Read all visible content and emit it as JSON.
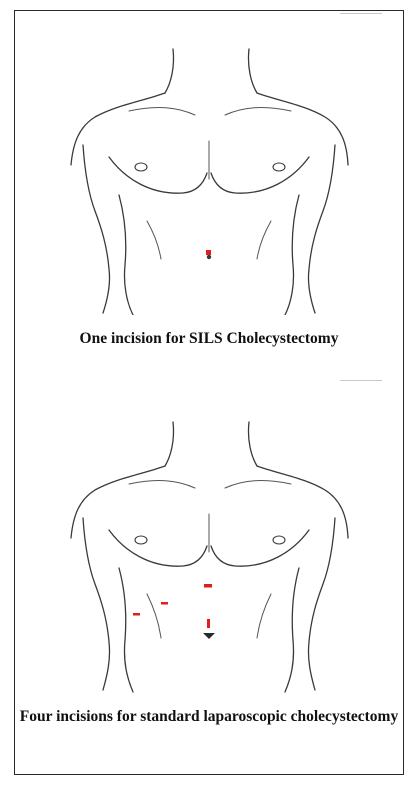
{
  "figure": {
    "top": {
      "caption": "One incision for SILS Cholecystectomy",
      "incision_count": 1
    },
    "bottom": {
      "caption": "Four incisions for standard laparoscopic cholecystectomy",
      "incision_count": 4
    },
    "colors": {
      "incision": "#e01e1e",
      "outline": "#3a3a3a",
      "caption": "#111111"
    }
  }
}
